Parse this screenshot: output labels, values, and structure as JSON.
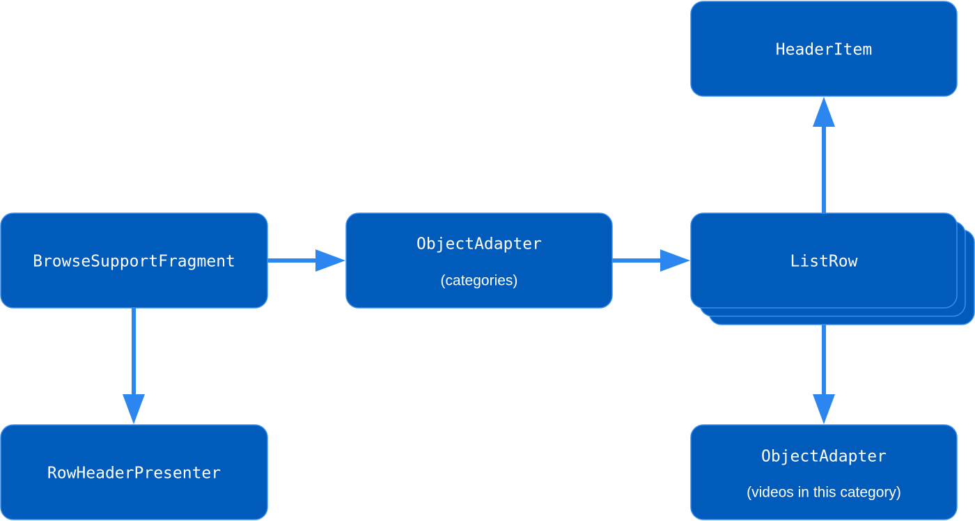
{
  "diagram": {
    "nodes": {
      "browse_fragment": {
        "title": "BrowseSupportFragment",
        "subtitle": ""
      },
      "row_header_presenter": {
        "title": "RowHeaderPresenter",
        "subtitle": ""
      },
      "object_adapter_categories": {
        "title": "ObjectAdapter",
        "subtitle": "(categories)"
      },
      "list_row": {
        "title": "ListRow",
        "subtitle": "",
        "stacked": true
      },
      "header_item": {
        "title": "HeaderItem",
        "subtitle": ""
      },
      "object_adapter_videos": {
        "title": "ObjectAdapter",
        "subtitle": "(videos in this category)"
      }
    },
    "edges": [
      {
        "from": "browse_fragment",
        "to": "object_adapter_categories"
      },
      {
        "from": "browse_fragment",
        "to": "row_header_presenter"
      },
      {
        "from": "object_adapter_categories",
        "to": "list_row"
      },
      {
        "from": "list_row",
        "to": "header_item"
      },
      {
        "from": "list_row",
        "to": "object_adapter_videos"
      }
    ],
    "colors": {
      "node_fill": "#005BBB",
      "node_border": "#3A8FF0",
      "arrow": "#2B86F0",
      "text": "#FFFFFF"
    }
  }
}
